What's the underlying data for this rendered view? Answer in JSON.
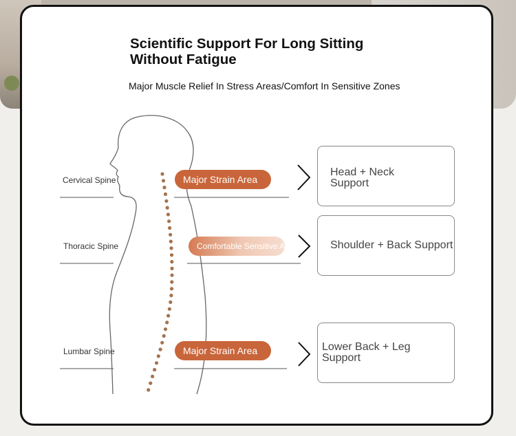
{
  "header": {
    "title": "Scientific Support For Long Sitting Without Fatigue",
    "subtitle": "Major Muscle Relief In Stress Areas/Comfort In Sensitive Zones"
  },
  "spine_labels": {
    "cervical": "Cervical Spine",
    "thoracic": "Thoracic Spine",
    "lumbar": "Lumbar Spine"
  },
  "zones": {
    "neck": "Major Strain Area",
    "upper_back": "Comfortable Sensitive Area",
    "lower_back": "Major Strain Area"
  },
  "supports": {
    "head": "Head + Neck Support",
    "shoulder": "Shoulder + Back Support",
    "lower": "Lower Back + Leg Support"
  },
  "colors": {
    "strain_pill": "#c9653a",
    "spine_dots": "#a5734d",
    "outline": "#666666"
  }
}
